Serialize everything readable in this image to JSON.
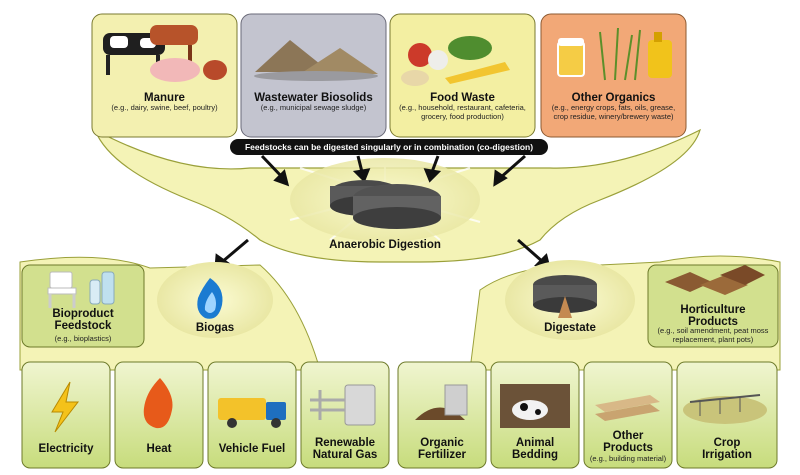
{
  "feedstocks": {
    "manure": {
      "title": "Manure",
      "desc": "(e.g., dairy, swine, beef, poultry)"
    },
    "wastewater": {
      "title": "Wastewater Biosolids",
      "desc": "(e.g., municipal sewage sludge)"
    },
    "food": {
      "title": "Food Waste",
      "desc": "(e.g., household, restaurant, cafeteria, grocery, food production)"
    },
    "other": {
      "title": "Other Organics",
      "desc": "(e.g., energy crops, fats, oils, grease, crop residue, winery/brewery waste)"
    }
  },
  "banner": "Feedstocks can be digested singularly or in combination (co-digestion)",
  "center": {
    "title": "Anaerobic Digestion"
  },
  "biogas": {
    "title": "Biogas",
    "bioproduct": {
      "title": "Bioproduct Feedstock",
      "desc": "(e.g., bioplastics)"
    },
    "uses": {
      "electricity": "Electricity",
      "heat": "Heat",
      "vehicle_fuel": "Vehicle Fuel",
      "rng": "Renewable Natural Gas"
    }
  },
  "digestate": {
    "title": "Digestate",
    "horticulture": {
      "title": "Horticulture Products",
      "desc": "(e.g., soil amendment, peat moss replacement, plant pots)"
    },
    "uses": {
      "fertilizer": "Organic Fertilizer",
      "bedding": "Animal Bedding",
      "other_title": "Other Products",
      "other_desc": "(e.g., building material)",
      "irrigation": "Crop Irrigation"
    }
  },
  "colors": {
    "panel_fill": "#e8ecb8",
    "panel_stroke": "#6d7a2a",
    "bottom_fill": "#cfe08a",
    "feed_gray": "#bdbec8",
    "feed_tan": "#f2eca0",
    "feed_orange": "#f3a774",
    "cloud": "#f4f3b6",
    "banner": "#111111"
  }
}
